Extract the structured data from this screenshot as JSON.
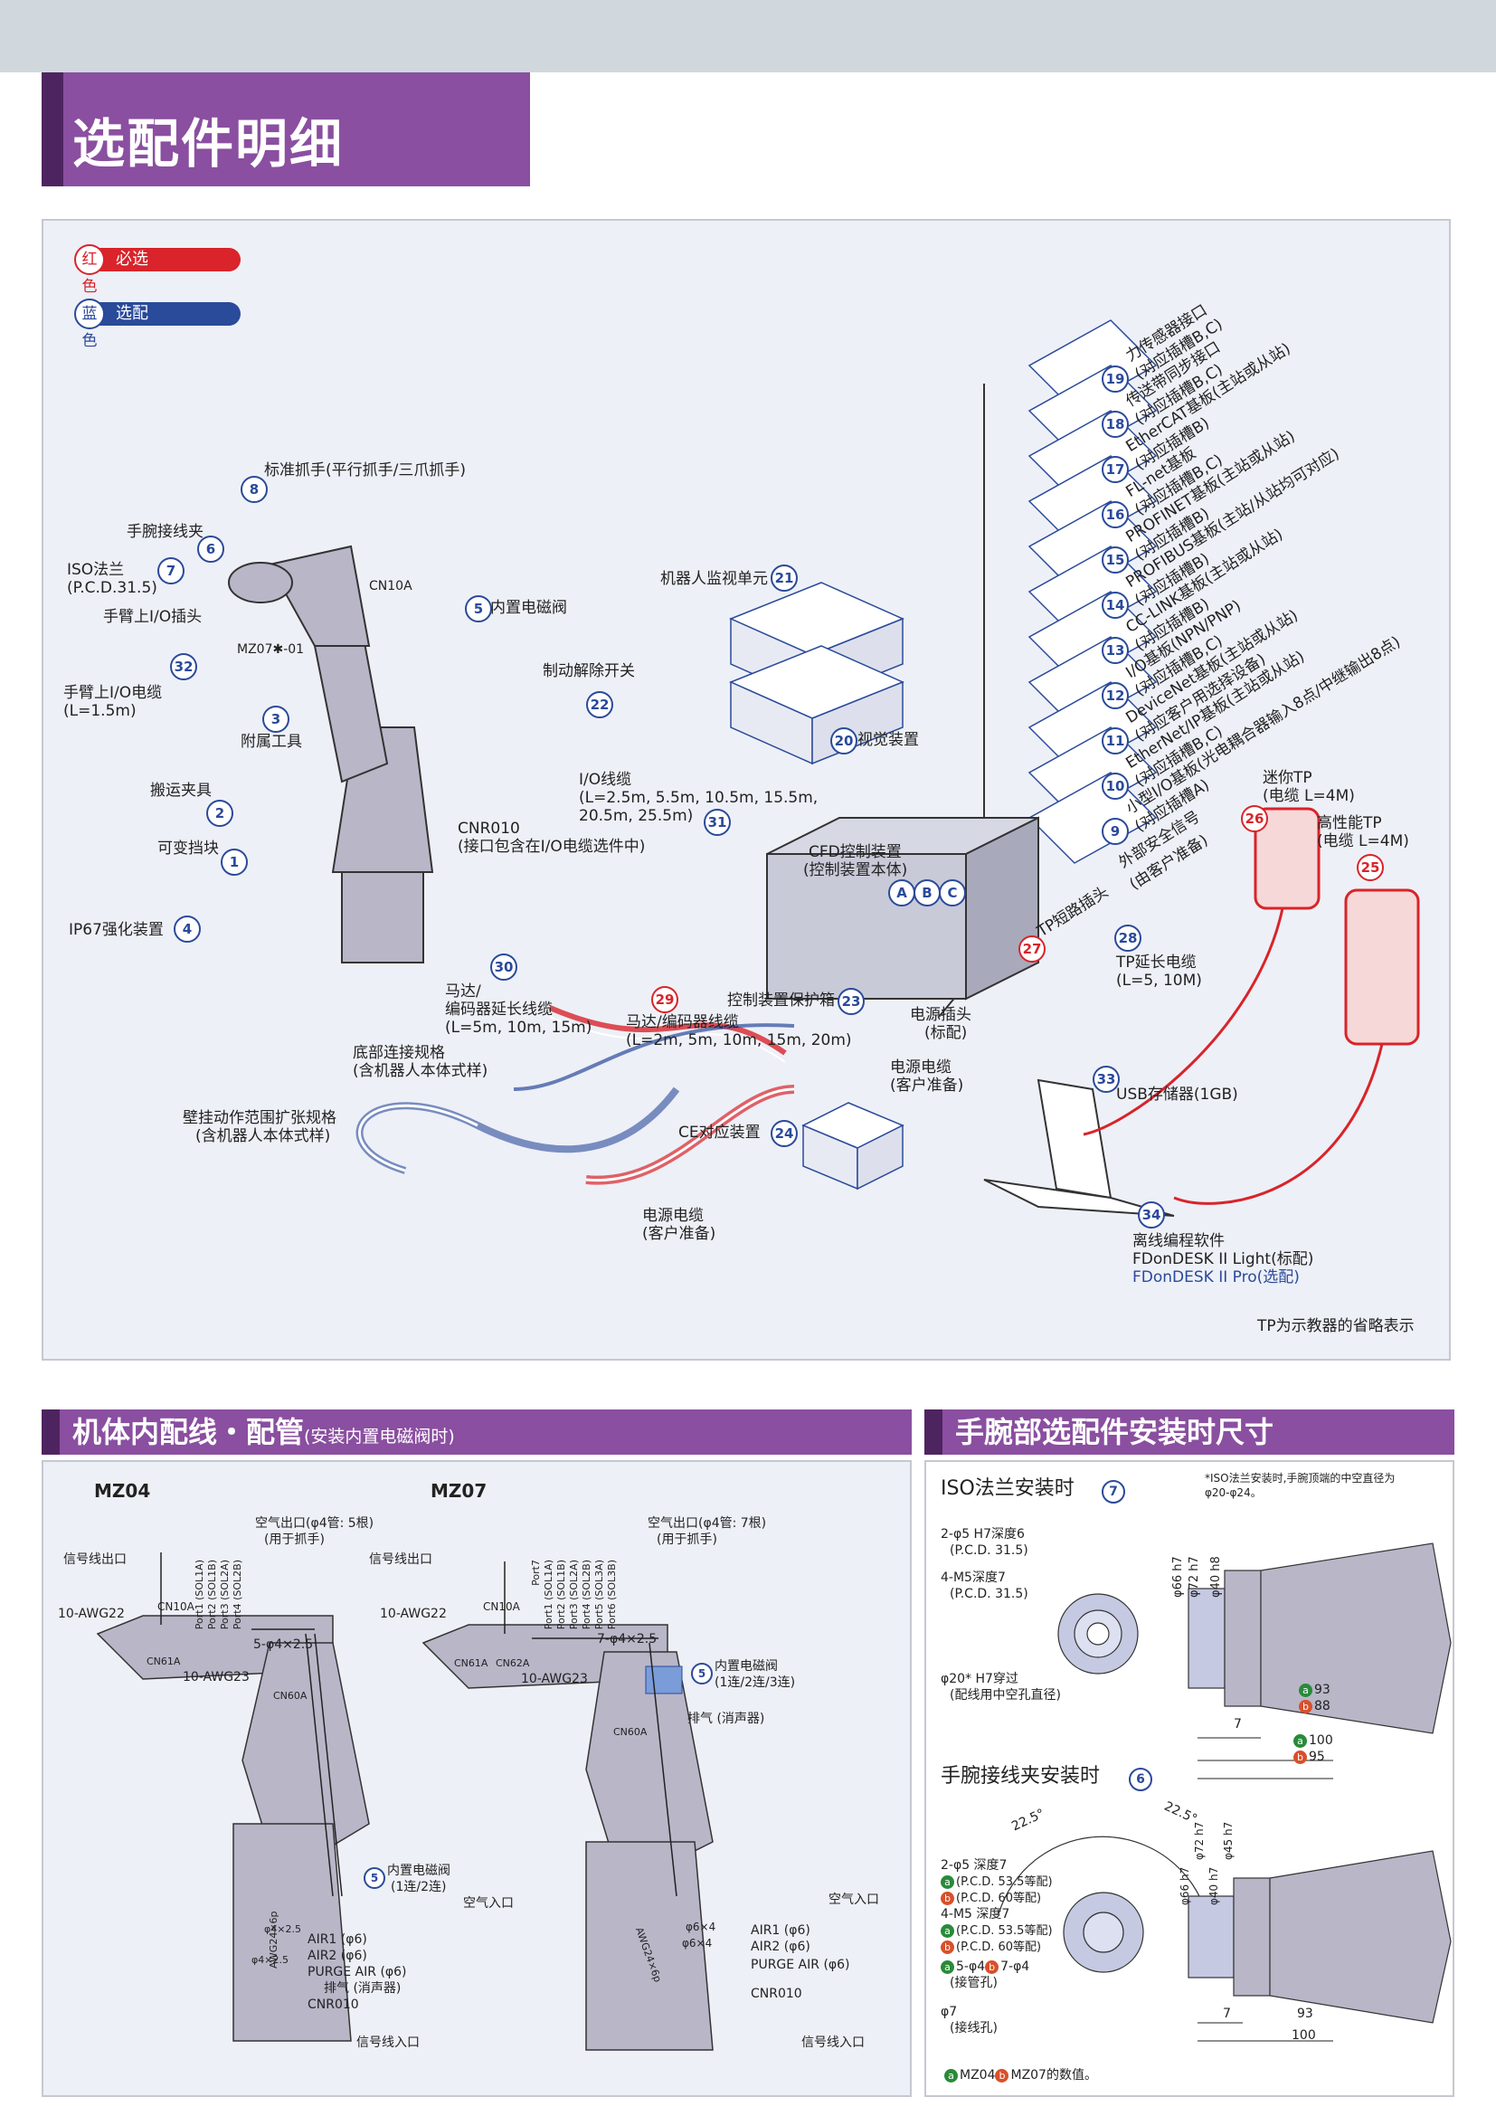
{
  "page_title": "选配件明细",
  "legend": {
    "red": {
      "circle": "红色",
      "label": "必选"
    },
    "blue": {
      "circle": "蓝色",
      "label": "选配"
    }
  },
  "footnote": "TP为示教器的省略表示",
  "boards": [
    {
      "num": "19",
      "line1": "力传感器接口",
      "line2": "(对应插槽B,C)"
    },
    {
      "num": "18",
      "line1": "传送带同步接口",
      "line2": "(对应插槽B,C)"
    },
    {
      "num": "17",
      "line1": "EtherCAT基板(主站或从站)",
      "line2": "(对应插槽B)"
    },
    {
      "num": "16",
      "line1": "FL-net基板",
      "line2": "(对应插槽B,C)"
    },
    {
      "num": "15",
      "line1": "PROFINET基板(主站或从站)",
      "line2": "(对应插槽B)"
    },
    {
      "num": "14",
      "line1": "PROFIBUS基板(主站/从站均可对应)",
      "line2": "(对应插槽B)"
    },
    {
      "num": "13",
      "line1": "CC-LINK基板(主站或从站)",
      "line2": "(对应插槽B)"
    },
    {
      "num": "12",
      "line1": "I/O基板(NPN/PNP)",
      "line2": "(对应插槽B,C)"
    },
    {
      "num": "11",
      "line1": "DeviceNet基板(主站或从站)",
      "line2": "(对应客户用选择设备)"
    },
    {
      "num": "10",
      "line1": "EtherNet/IP基板(主站或从站)",
      "line2": "(对应插槽B,C)"
    },
    {
      "num": "9",
      "line1": "小型I/O基板(光电耦合器输入8点/中继输出8点)",
      "line2": "(对应插槽A)"
    }
  ],
  "items": {
    "n8": "标准抓手(平行抓手/三爪抓手)",
    "n6": "手腕接线夹",
    "n7": "ISO法兰",
    "n7b": "(P.C.D.31.5)",
    "cn10a": "CN10A",
    "n5": "内置电磁阀",
    "n21": "机器人监视单元",
    "handio": "手臂上I/O插头",
    "mz07": "MZ07✱-01",
    "n32": "手臂上I/O电缆",
    "n32b": "(L=1.5m)",
    "n3": "附属工具",
    "n22": "制动解除开关",
    "n20": "视觉装置",
    "n2": "搬运夹具",
    "n1": "可变挡块",
    "n31": "I/O线缆",
    "n31b": "(L=2.5m, 5.5m, 10.5m, 15.5m,",
    "n31c": "20.5m, 25.5m)",
    "cnr010": "CNR010",
    "cnr010b": "(接口包含在I/O电缆选件中)",
    "cfd1": "CFD控制装置",
    "cfd2": "(控制装置本体)",
    "extsafe1": "外部安全信号",
    "extsafe2": "(由客户准备)",
    "n4": "IP67强化装置",
    "n30a": "马达/",
    "n30b": "编码器延长线缆",
    "n30c": "(L=5m, 10m, 15m)",
    "n29a": "马达/编码器线缆",
    "n29b": "(L=2m, 5m, 10m, 15m, 20m)",
    "n23": "控制装置保护箱",
    "plug1": "电源插头",
    "plug2": "(标配)",
    "pow1": "电源电缆",
    "pow2": "(客户准备)",
    "n27": "TP短路插头",
    "n28a": "TP延长电缆",
    "n28b": "(L=5, 10M)",
    "n26a": "迷你TP",
    "n26b": "(电缆 L=4M)",
    "n25a": "高性能TP",
    "n25b": "(电缆 L=4M)",
    "base1": "底部连接规格",
    "base2": "(含机器人本体式样)",
    "wall1": "壁挂动作范围扩张规格",
    "wall2": "(含机器人本体式样)",
    "n33": "USB存储器(1GB)",
    "n24": "CE对应装置",
    "pow3": "电源电缆",
    "pow4": "(客户准备)",
    "n34a": "离线编程软件",
    "n34b": "FDonDESK II  Light(标配)",
    "n34c": "FDonDESK II  Pro(选配)"
  },
  "section2": {
    "title": "机体内配线・配管",
    "subtitle": "(安装内置电磁阀时)",
    "mz04": {
      "model": "MZ04",
      "air_out": "空气出口(φ4管: 5根)",
      "air_out2": "(用于抓手)",
      "sig_out": "信号线出口",
      "awg22": "10-AWG22",
      "cn10a": "CN10A",
      "ports": [
        "Port1 (SOL1A)",
        "Port2 (SOL1B)",
        "Port3 (SOL2A)",
        "Port4 (SOL2B)"
      ],
      "tube": "5-φ4×2.5",
      "awg23": "10-AWG23",
      "cn61a": "CN61A",
      "cn60a": "CN60A",
      "valve": "内置电磁阀",
      "valve2": "(1连/2连)",
      "air_in": "空气入口",
      "air1": "AIR1 (φ6)",
      "air2": "AIR2 (φ6)",
      "purge": "PURGE AIR (φ6)",
      "exhaust": "排气 (消声器)",
      "cnr010": "CNR010",
      "sig_in": "信号线入口",
      "awg24": "AWG24×6p",
      "p1": "φ4×2.5",
      "p2": "φ4×2.5"
    },
    "mz07": {
      "model": "MZ07",
      "air_out": "空气出口(φ4管: 7根)",
      "air_out2": "(用于抓手)",
      "sig_out": "信号线出口",
      "awg22": "10-AWG22",
      "cn10a": "CN10A",
      "ports": [
        "Port7",
        "Port1 (SOL1A)",
        "Port2 (SOL1B)",
        "Port3 (SOL2A)",
        "Port4 (SOL2B)",
        "Port5 (SOL3A)",
        "Port6 (SOL3B)"
      ],
      "tube": "7-φ4×2.5",
      "awg23": "10-AWG23",
      "cn61a": "CN61A",
      "cn60a": "CN60A",
      "cn62a": "CN62A",
      "valve": "内置电磁阀",
      "valve2": "(1连/2连/3连)",
      "exhaust": "排气 (消声器)",
      "air_in": "空气入口",
      "air1": "AIR1 (φ6)",
      "air2": "AIR2 (φ6)",
      "purge": "PURGE AIR (φ6)",
      "cnr010": "CNR010",
      "sig_in": "信号线入口",
      "awg24": "AWG24×6p",
      "p1": "φ6×4",
      "p2": "φ6×4"
    }
  },
  "section3": {
    "title": "手腕部选配件安装时尺寸",
    "iso_title": "ISO法兰安装时",
    "iso_num": "7",
    "iso_note1": "*ISO法兰安装时,手腕顶端的中空直径为",
    "iso_note2": "φ20-φ24。",
    "iso_l1": "2-φ5 H7深度6",
    "iso_l2": "(P.C.D. 31.5)",
    "iso_l3": "4-M5深度7",
    "iso_l4": "(P.C.D. 31.5)",
    "iso_l5": "φ20* H7穿过",
    "iso_l6": "(配线用中空孔直径)",
    "iso_d1": "φ66 h7",
    "iso_d2": "φ72 h7",
    "iso_d3": "φ40 h8",
    "iso_93": "93",
    "iso_88": "88",
    "iso_7": "7",
    "iso_100": "100",
    "iso_95": "95",
    "clamp_title": "手腕接线夹安装时",
    "clamp_num": "6",
    "clamp_angle": "22.5°",
    "clamp_l1": "2-φ5 深度7",
    "clamp_l2": "(P.C.D. 53.5等配)",
    "clamp_l3": "(P.C.D. 60等配)",
    "clamp_l4": "4-M5 深度7",
    "clamp_l5": "(P.C.D. 53.5等配)",
    "clamp_l6": "(P.C.D. 60等配)",
    "clamp_l7a": "5-φ4",
    "clamp_l7b": "7-φ4",
    "clamp_l8": "(接管孔)",
    "clamp_l9": "φ7",
    "clamp_l10": "(接线孔)",
    "clamp_d1": "φ66 h7",
    "clamp_d2": "φ72 h7",
    "clamp_d3": "φ40 h7",
    "clamp_d4": "φ45 h7",
    "clamp_7": "7",
    "clamp_93": "93",
    "clamp_100": "100",
    "foot_a": "MZ04",
    "foot_b": "MZ07的数值。"
  }
}
